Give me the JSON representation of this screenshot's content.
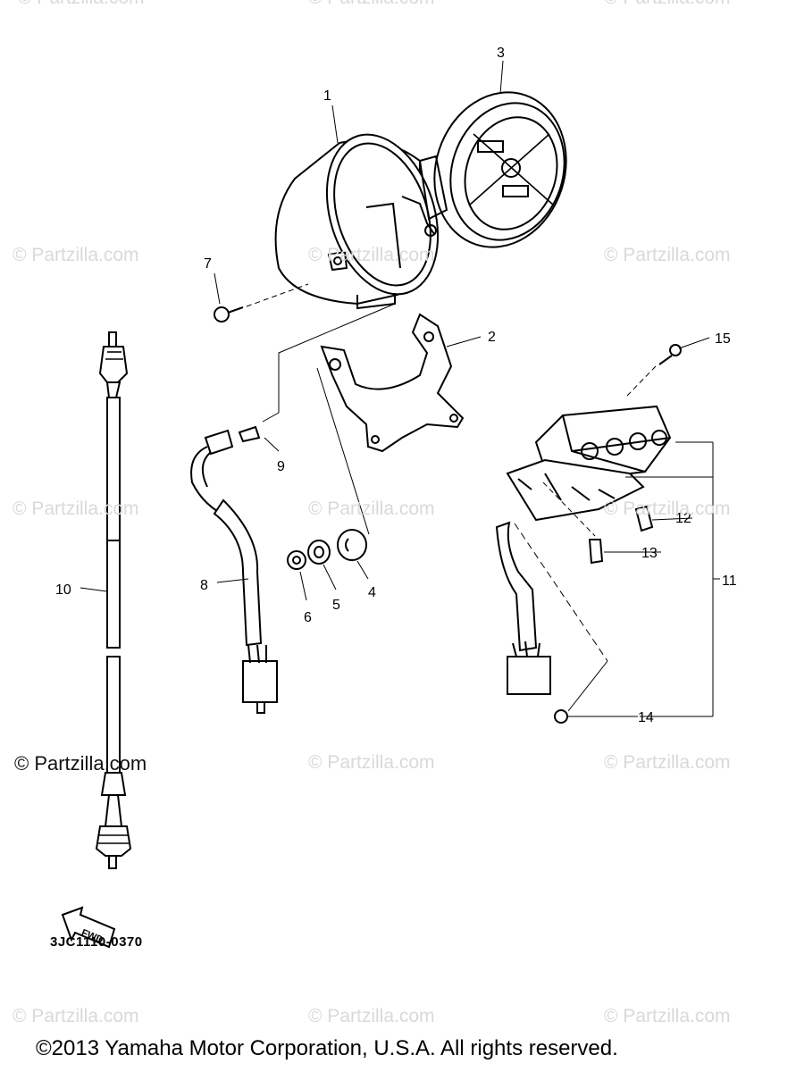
{
  "callouts": [
    "1",
    "2",
    "3",
    "4",
    "5",
    "6",
    "7",
    "8",
    "9",
    "10",
    "11",
    "12",
    "13",
    "14",
    "15"
  ],
  "fwd_label": "FWD",
  "diagram_ref": "3JC1110-0370",
  "watermark": "© Partzilla.com",
  "copyright": "©2013  Yamaha Motor Corporation, U.S.A. All rights reserved."
}
